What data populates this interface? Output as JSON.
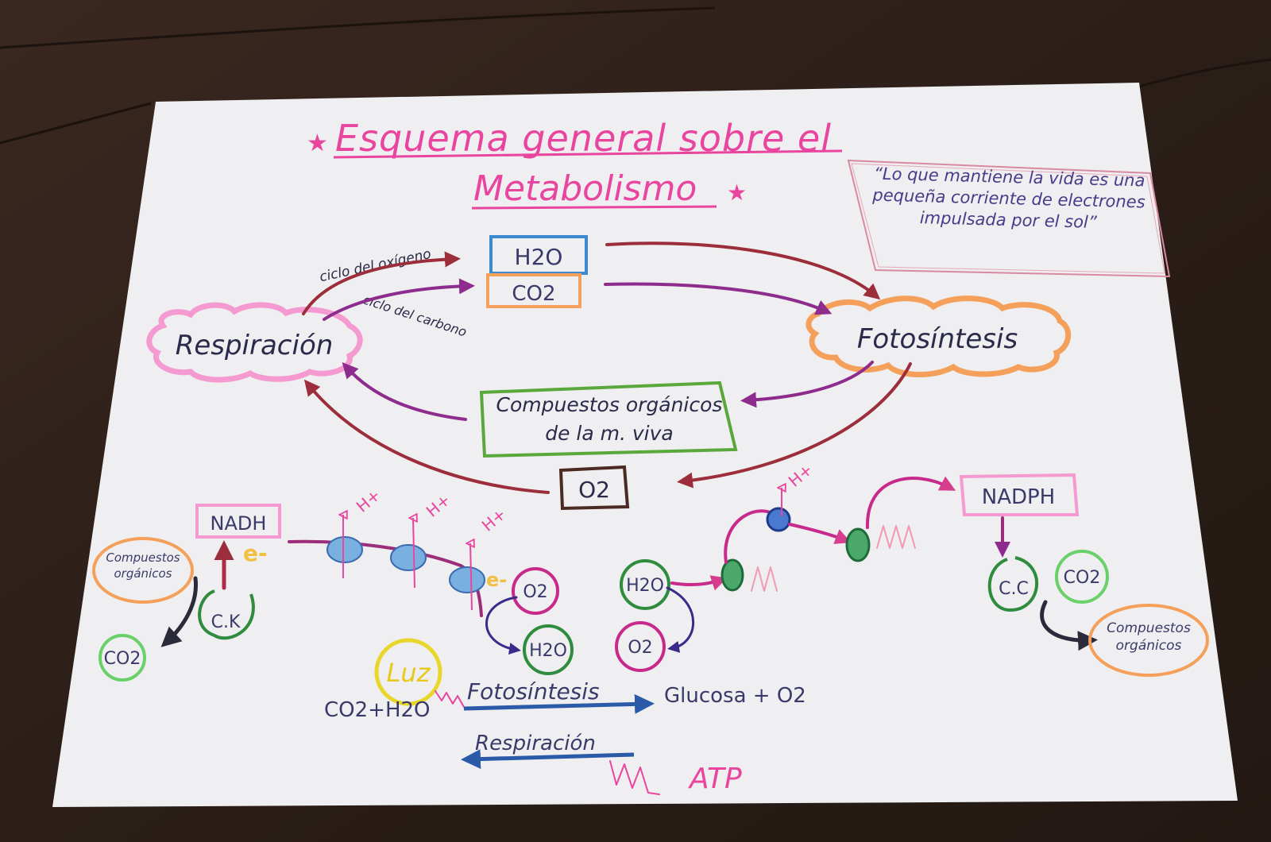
{
  "title": {
    "line1": "Esquema general sobre el",
    "line2": "Metabolismo"
  },
  "quote": "“Lo que mantiene la vida es una pequeña corriente de electrones impulsada por el sol”",
  "top_boxes": {
    "water": "H2O",
    "carbon_dioxide": "CO2"
  },
  "cycle_labels": {
    "oxygen_cycle": "ciclo del oxígeno",
    "carbon_cycle": "ciclo del carbono"
  },
  "processes": {
    "respiration": "Respiración",
    "photosynthesis": "Fotosíntesis"
  },
  "center_box": "Compuestos orgánicos de la m. viva",
  "oxygen_box": "O2",
  "respiration_chain": {
    "nadh": "NADH",
    "electron": "e-",
    "organic": "Compuestos orgánicos",
    "krebs": "C.K",
    "co2": "CO2",
    "protons": [
      "H+",
      "H+",
      "H+"
    ],
    "o2": "O2",
    "h2o": "H2O"
  },
  "photosynthesis_chain": {
    "h2o": "H2O",
    "o2": "O2",
    "proton": "H+",
    "nadph": "NADPH",
    "calvin": "C.C",
    "co2": "CO2",
    "organic": "Compuestos orgánicos"
  },
  "equation": {
    "light": "Luz",
    "reactants": "CO2+H2O",
    "forward": "Fotosíntesis",
    "products": "Glucosa + O2",
    "backward": "Respiración",
    "energy": "ATP"
  },
  "colors": {
    "paper": "#efeef0",
    "pink": "#e9459e",
    "orange": "#f5a05a",
    "red": "#9c2d3a",
    "purple": "#8d2c8d",
    "green": "#2f8c3e",
    "blue": "#2b5aa8",
    "yellow": "#e8d72a"
  }
}
